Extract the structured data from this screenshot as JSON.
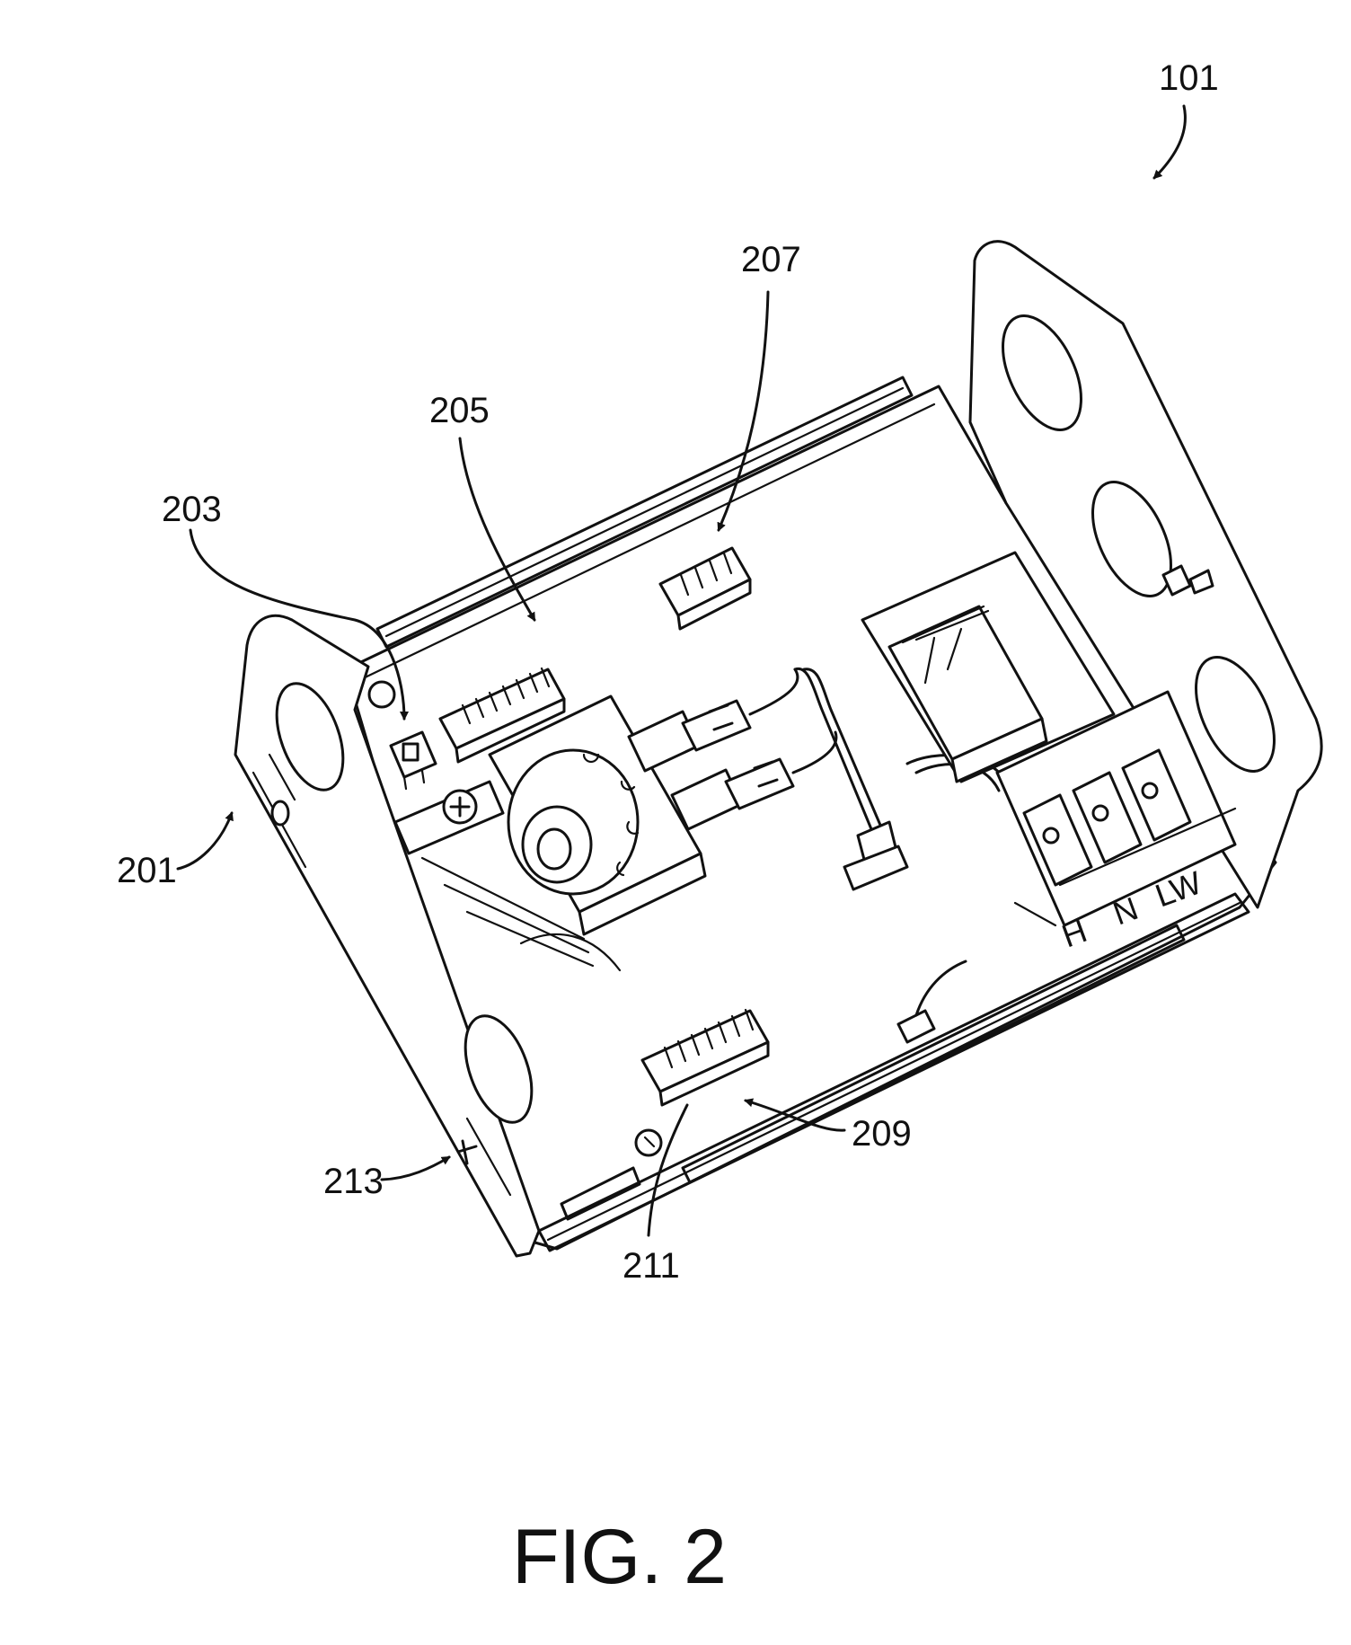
{
  "figure": {
    "caption": "FIG. 2",
    "reference_numerals": {
      "device": "101",
      "r201": "201",
      "r203": "203",
      "r205": "205",
      "r207": "207",
      "r209": "209",
      "r211": "211",
      "r213": "213"
    },
    "terminal_labels": {
      "hot": "H",
      "neutral": "N",
      "lw": "LW"
    }
  }
}
